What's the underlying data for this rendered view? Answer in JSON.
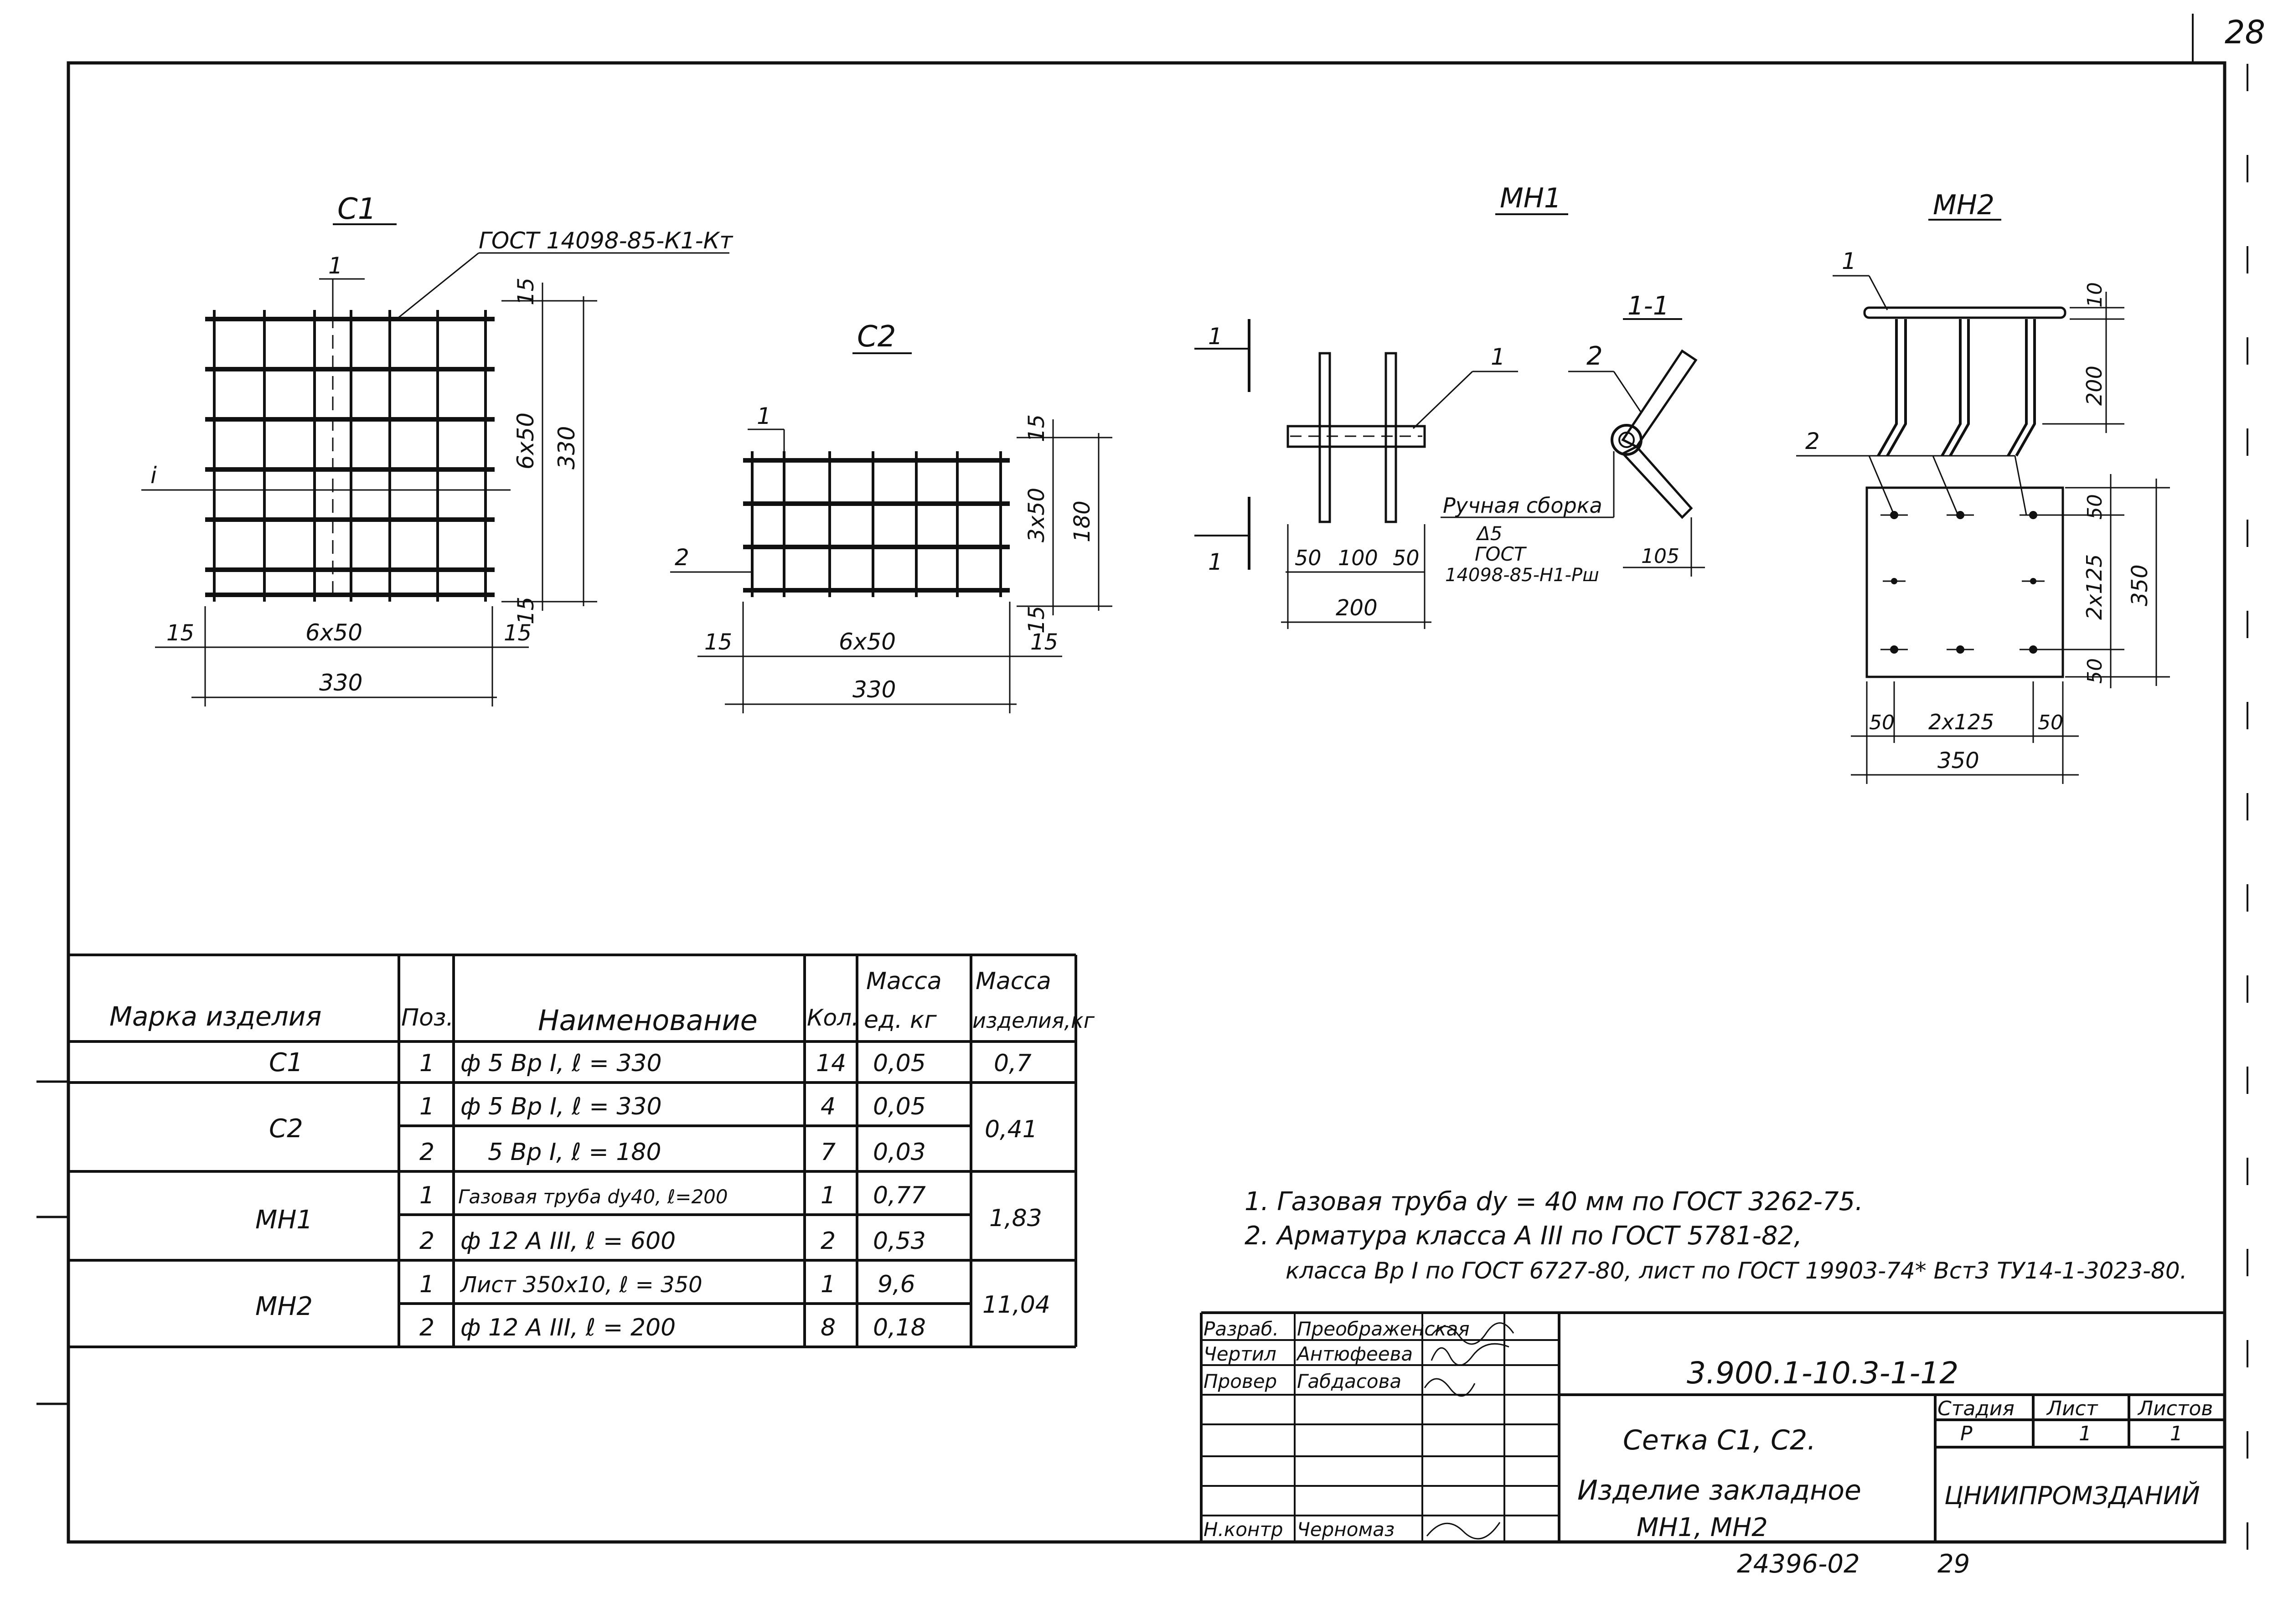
{
  "page_number": "28",
  "drawings": {
    "c1": {
      "title": "С1",
      "gost_label": "ГОСТ 14098-85-К1-Кт",
      "pos1": "1",
      "section_mark": "i",
      "dims": {
        "top": "15",
        "vertical_span": "6х50",
        "total_v": "330",
        "bottom": "15",
        "left": "15",
        "horizontal_span": "6х50",
        "right": "15",
        "total_h": "330"
      }
    },
    "c2": {
      "title": "С2",
      "pos1": "1",
      "pos2": "2",
      "dims": {
        "top": "15",
        "vertical_span": "3х50",
        "total_v": "180",
        "bottom": "15",
        "left": "15",
        "horizontal_span": "6х50",
        "right": "15",
        "total_h": "330"
      }
    },
    "mn1": {
      "title": "МН1",
      "section_title": "1-1",
      "cut_top": "1",
      "cut_bottom": "1",
      "pos1": "1",
      "pos2": "2",
      "weld_label": "Ручная сборка",
      "weld_size": "Δ5",
      "weld_gost": "ГОСТ",
      "weld_gost_num": "14098-85-Н1-Рш",
      "dims": {
        "a": "50",
        "b": "100",
        "c": "50",
        "total": "200",
        "leg": "105"
      }
    },
    "mn2": {
      "title": "МН2",
      "pos1": "1",
      "pos2": "2",
      "dims": {
        "thick": "10",
        "height": "200",
        "v_top": "50",
        "v_mid": "2х125",
        "v_bottom": "50",
        "v_total": "350",
        "h_left": "50",
        "h_mid": "2х125",
        "h_right": "50",
        "h_total": "350"
      }
    }
  },
  "spec_table": {
    "headers": [
      "Марка изделия",
      "Поз.",
      "Наименование",
      "Кол.",
      "Масса ед. кг",
      "Масса изделия,кг"
    ],
    "header_mass_unit_1": "Масса",
    "header_mass_unit_2": "ед. кг",
    "header_mass_item_1": "Масса",
    "header_mass_item_2": "изделия,кг",
    "rows": [
      {
        "mark": "С1",
        "pos": "1",
        "name": "ф 5 Вр I, ℓ = 330",
        "qty": "14",
        "unit_mass": "0,05",
        "total": "0,7"
      },
      {
        "mark": "С2",
        "pos": "1",
        "name": "ф 5 Вр I, ℓ = 330",
        "qty": "4",
        "unit_mass": "0,05",
        "total": "0,41"
      },
      {
        "mark": "",
        "pos": "2",
        "name": "5 Вр I, ℓ = 180",
        "qty": "7",
        "unit_mass": "0,03",
        "total": ""
      },
      {
        "mark": "МН1",
        "pos": "1",
        "name": "Газовая труба dу40, ℓ=200",
        "qty": "1",
        "unit_mass": "0,77",
        "total": "1,83"
      },
      {
        "mark": "",
        "pos": "2",
        "name": "ф 12 А III, ℓ = 600",
        "qty": "2",
        "unit_mass": "0,53",
        "total": ""
      },
      {
        "mark": "МН2",
        "pos": "1",
        "name": "Лист 350х10, ℓ = 350",
        "qty": "1",
        "unit_mass": "9,6",
        "total": "11,04"
      },
      {
        "mark": "",
        "pos": "2",
        "name": "ф 12 А III, ℓ = 200",
        "qty": "8",
        "unit_mass": "0,18",
        "total": ""
      }
    ]
  },
  "notes": [
    "1. Газовая труба dу = 40 мм по ГОСТ 3262-75.",
    "2. Арматура класса А III по ГОСТ 5781-82,",
    "класса Вр I по ГОСТ 6727-80, лист по ГОСТ 19903-74* Вст3 ТУ14-1-3023-80."
  ],
  "title_block": {
    "doc_code": "3.900.1-10.3-1-12",
    "roles": [
      {
        "role": "Разраб.",
        "name": "Преображенская"
      },
      {
        "role": "Чертил",
        "name": "Антюфеева"
      },
      {
        "role": "Провер",
        "name": "Габдасова"
      },
      {
        "role": "Н.контр",
        "name": "Черномаз"
      }
    ],
    "title_lines": [
      "Сетка С1, С2.",
      "Изделие закладное",
      "МН1, МН2"
    ],
    "stage_header": "Стадия",
    "sheet_header": "Лист",
    "sheets_header": "Листов",
    "stage": "Р",
    "sheet": "1",
    "sheets": "1",
    "org": "ЦНИИПРОМЗДАНИЙ",
    "archive_no": "24396-02",
    "archive_page": "29"
  }
}
